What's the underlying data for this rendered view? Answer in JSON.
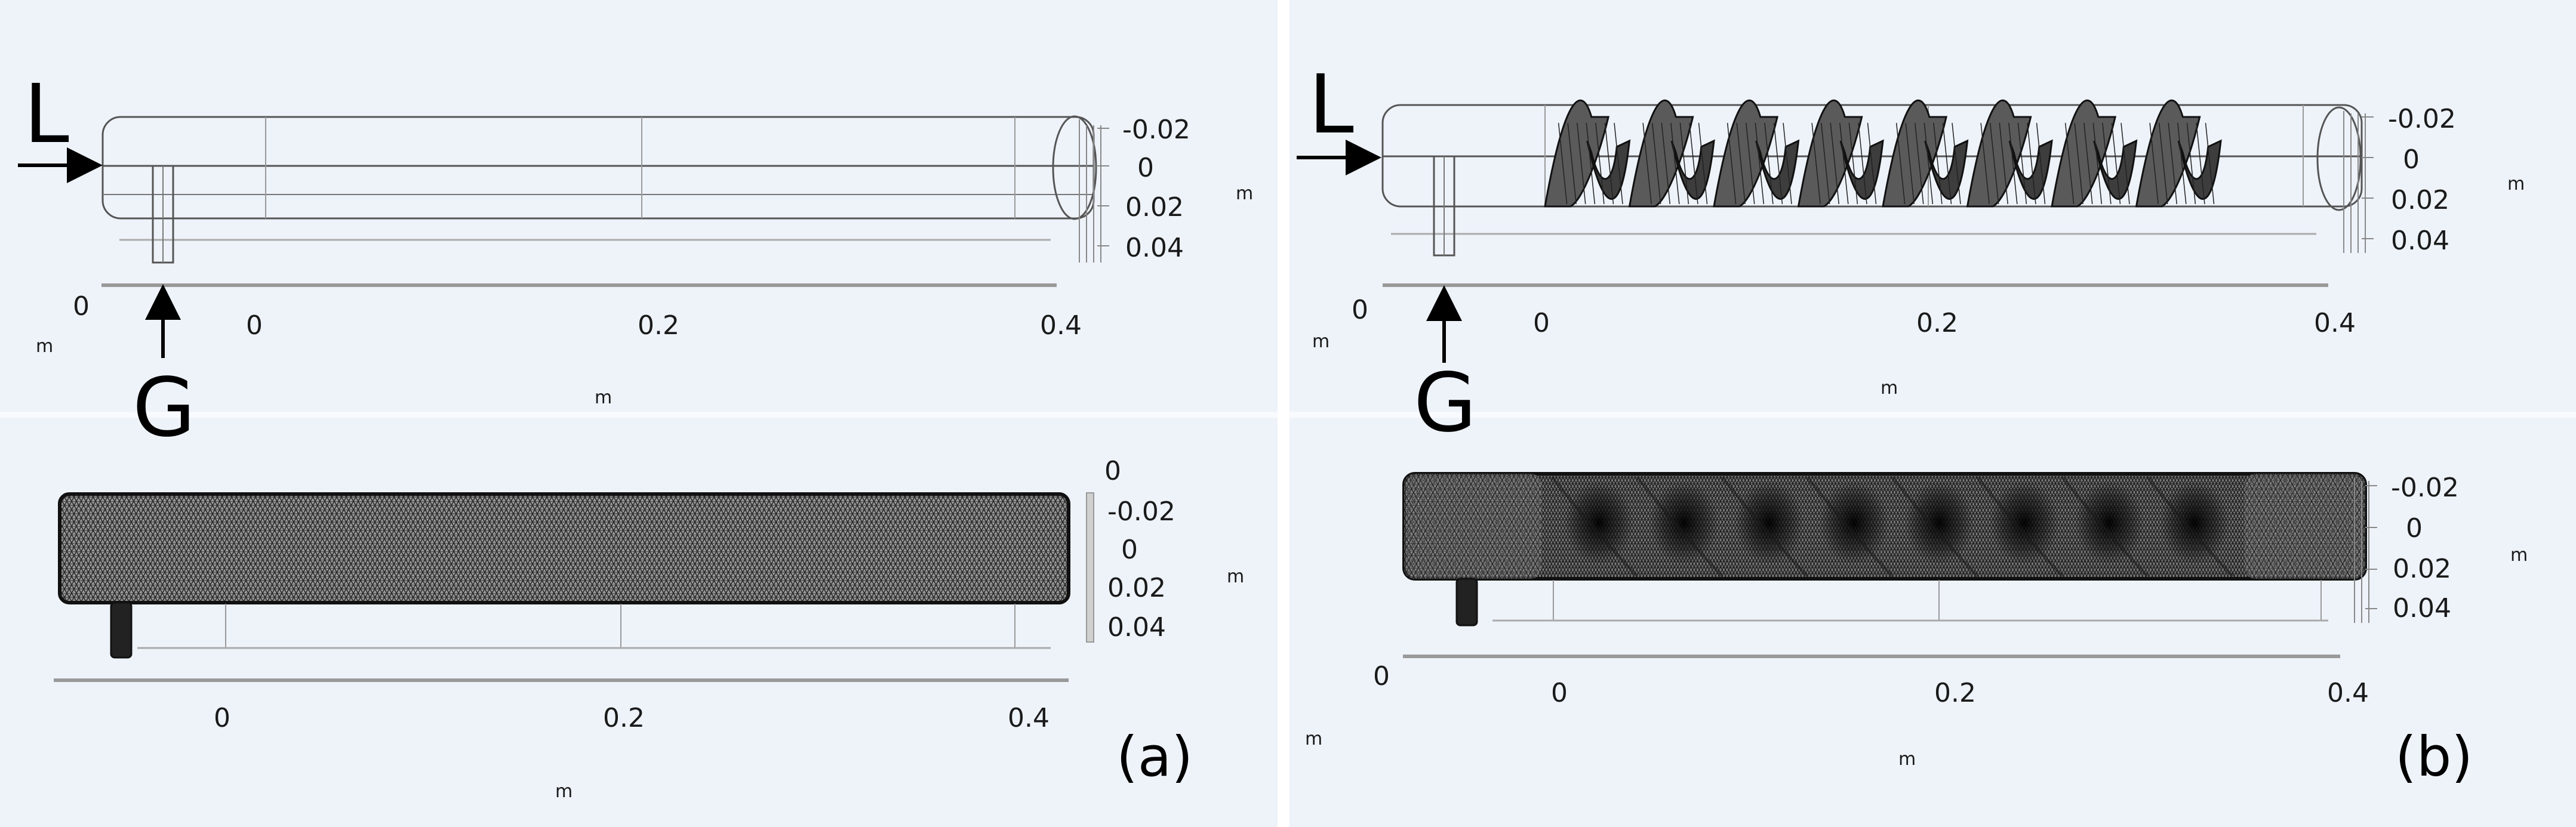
{
  "panel_a": {
    "inlet_liquid_label": "L",
    "inlet_gas_label": "G",
    "geometry_axes": {
      "x_ticks": [
        "0",
        "0.2",
        "0.4"
      ],
      "y_ticks": [
        "-0.02",
        "0",
        "0.02",
        "0.04"
      ],
      "origin_label": "0",
      "unit_x": "m",
      "unit_y": "m",
      "unit_corner": "m"
    },
    "mesh_axes": {
      "x_ticks": [
        "0",
        "0.2",
        "0.4"
      ],
      "y_ticks": [
        "0",
        "-0.02",
        "0",
        "0.02",
        "0.04"
      ],
      "unit_x": "m",
      "unit_y": "m"
    },
    "panel_label": "(a)"
  },
  "panel_b": {
    "inlet_liquid_label": "L",
    "inlet_gas_label": "G",
    "geometry_axes": {
      "x_ticks": [
        "0",
        "0.2",
        "0.4"
      ],
      "y_ticks": [
        "-0.02",
        "0",
        "0.02",
        "0.04"
      ],
      "origin_label": "0",
      "unit_x": "m",
      "unit_y": "m",
      "unit_corner": "m"
    },
    "mesh_axes": {
      "x_ticks": [
        "0",
        "0.2",
        "0.4"
      ],
      "y_ticks": [
        "-0.02",
        "0",
        "0.02",
        "0.04"
      ],
      "origin_label": "0",
      "unit_x": "m",
      "unit_y": "m",
      "unit_corner": "m"
    },
    "panel_label": "(b)"
  },
  "colors": {
    "panel_background": "#eef3fa",
    "outline": "#555555",
    "mesh_dark": "#222222",
    "arrow": "#000000"
  }
}
